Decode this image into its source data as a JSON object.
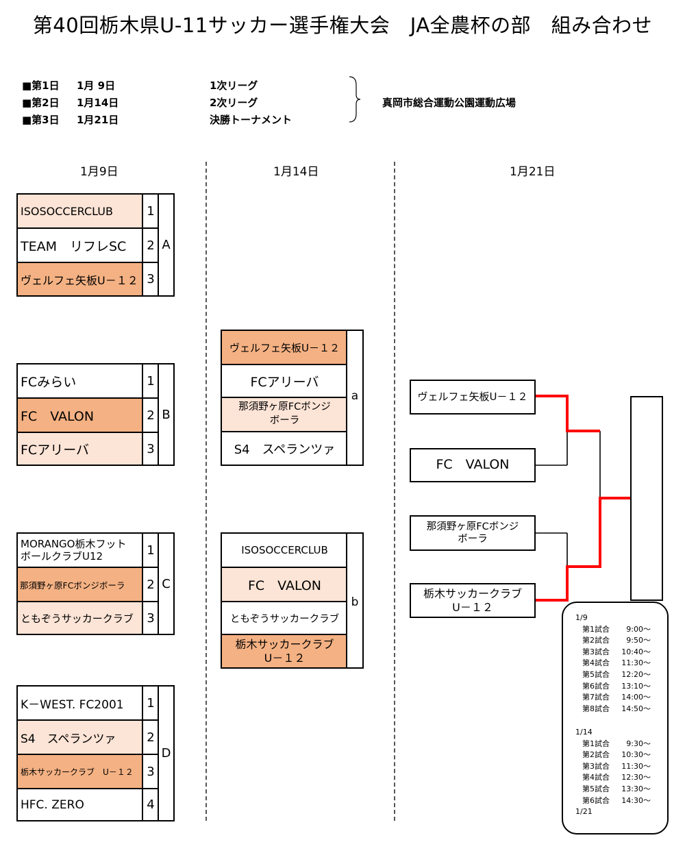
{
  "title": "第40回栃木県U-11サッカー選手権大会　JA全農杯の部　組み合わせ",
  "schedule": [
    {
      "day": "■第1日",
      "date": "1月 9日",
      "event": "1次リーグ"
    },
    {
      "day": "■第2日",
      "date": "1月14日",
      "event": "2次リーグ"
    },
    {
      "day": "■第3日",
      "date": "1月21日",
      "event": "決勝トーナメント"
    }
  ],
  "venue": "真岡市総合運動公園運動広場",
  "columns": [
    "1月9日",
    "1月14日",
    "1月21日"
  ],
  "first_league": [
    {
      "group": "A",
      "teams": [
        {
          "no": "1",
          "name": "ISOSOCCERCLUB"
        },
        {
          "no": "2",
          "name": "TEAM　リフレSC"
        },
        {
          "no": "3",
          "name": "ヴェルフェ矢板U－１２"
        }
      ]
    },
    {
      "group": "B",
      "teams": [
        {
          "no": "1",
          "name": "FCみらい"
        },
        {
          "no": "2",
          "name": "FC　VALON"
        },
        {
          "no": "3",
          "name": "FCアリーバ"
        }
      ]
    },
    {
      "group": "C",
      "teams": [
        {
          "no": "1",
          "name": "MORANGO栃木フット\nボールクラブU12"
        },
        {
          "no": "2",
          "name": "那須野ヶ原FCボンジボーラ"
        },
        {
          "no": "3",
          "name": "ともぞうサッカークラブ"
        }
      ]
    },
    {
      "group": "D",
      "teams": [
        {
          "no": "1",
          "name": "K－WEST. FC2001"
        },
        {
          "no": "2",
          "name": "S4　スペランツァ"
        },
        {
          "no": "3",
          "name": "栃木サッカークラブ　U－１２"
        },
        {
          "no": "4",
          "name": "HFC. ZERO"
        }
      ]
    }
  ],
  "second_league": [
    {
      "group": "a",
      "teams": [
        "ヴェルフェ矢板U－１２",
        "FCアリーバ",
        "那須野ヶ原FCボンジ\nボーラ",
        "S4　スペランツァ"
      ]
    },
    {
      "group": "b",
      "teams": [
        "ISOSOCCERCLUB",
        "FC　VALON",
        "ともぞうサッカークラブ",
        "栃木サッカークラブ\nU－１２"
      ]
    }
  ],
  "final_tournament": {
    "teams": [
      "ヴェルフェ矢板U－１２",
      "FC　VALON",
      "那須野ヶ原FCボンジ\nボーラ",
      "栃木サッカークラブ\nU－１２"
    ],
    "winner": ""
  },
  "times": {
    "day1": {
      "date": "1/9",
      "matches": [
        {
          "label": "第1試合",
          "time": "9:00～"
        },
        {
          "label": "第2試合",
          "time": "9:50～"
        },
        {
          "label": "第3試合",
          "time": "10:40～"
        },
        {
          "label": "第4試合",
          "time": "11:30～"
        },
        {
          "label": "第5試合",
          "time": "12:20～"
        },
        {
          "label": "第6試合",
          "time": "13:10～"
        },
        {
          "label": "第7試合",
          "time": "14:00～"
        },
        {
          "label": "第8試合",
          "time": "14:50～"
        }
      ]
    },
    "day2": {
      "date": "1/14",
      "matches": [
        {
          "label": "第1試合",
          "time": "9:30～"
        },
        {
          "label": "第2試合",
          "time": "10:30～"
        },
        {
          "label": "第3試合",
          "time": "11:30～"
        },
        {
          "label": "第4試合",
          "time": "12:30～"
        },
        {
          "label": "第5試合",
          "time": "13:30～"
        },
        {
          "label": "第6試合",
          "time": "14:30～"
        }
      ]
    },
    "day3": {
      "date": "1/21"
    }
  },
  "colors": {
    "light_fill": "#fce4d6",
    "dark_fill": "#f4b183",
    "winner_line": "#ff0000"
  }
}
